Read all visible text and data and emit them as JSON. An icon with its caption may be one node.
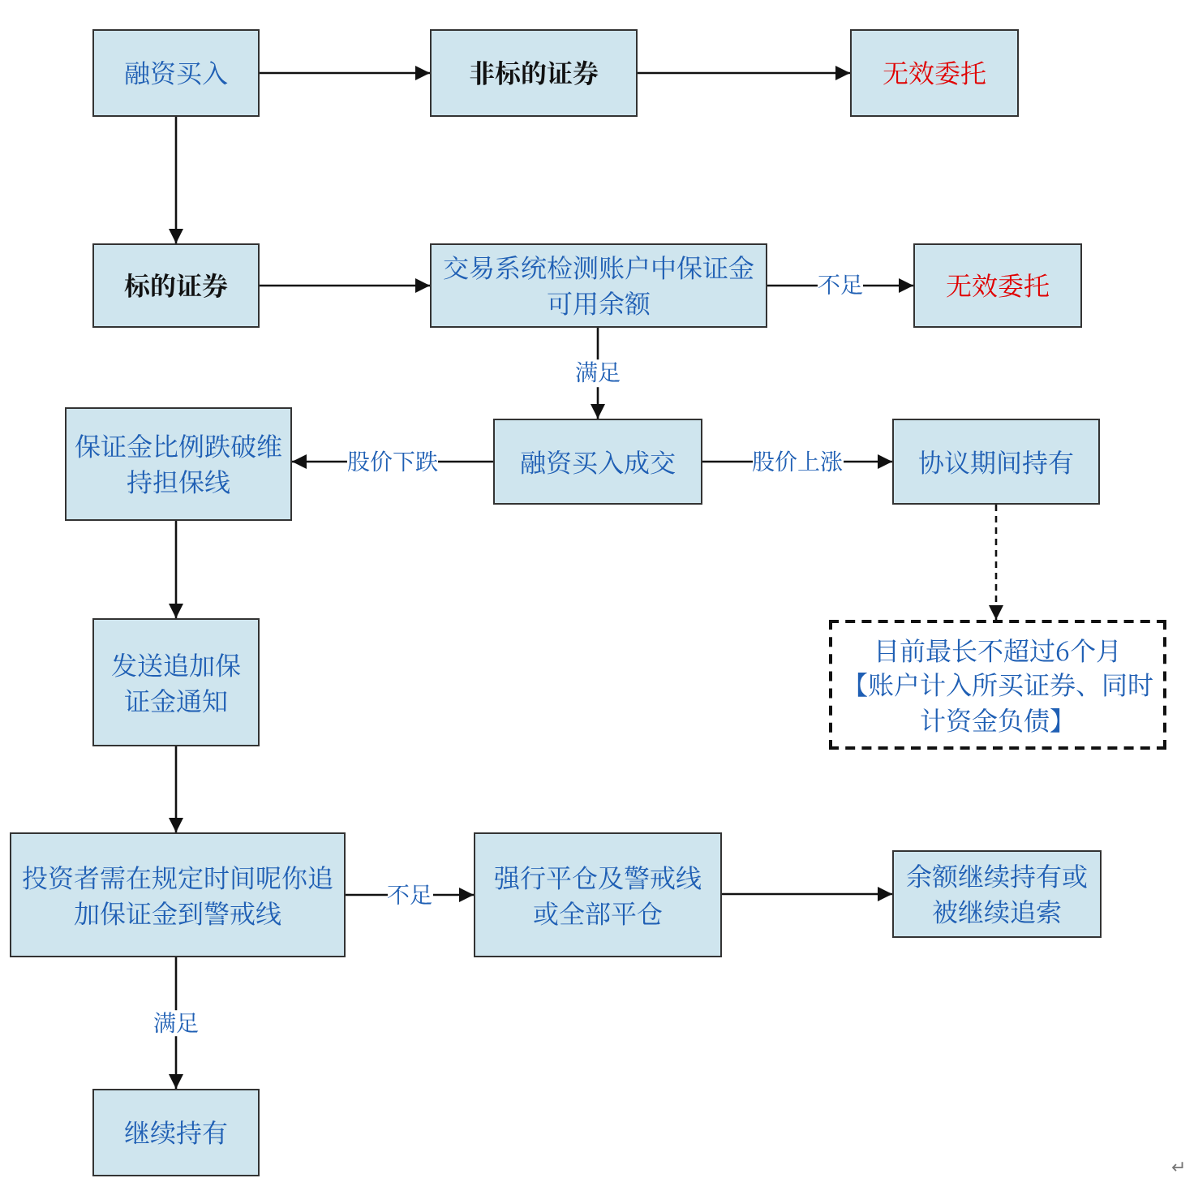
{
  "diagram": {
    "nodes": [
      {
        "text": [
          "融资买入"
        ]
      },
      {
        "text": [
          "非标的证券"
        ]
      },
      {
        "text": [
          "无效委托"
        ]
      },
      {
        "text": [
          "标的证券"
        ]
      },
      {
        "text": [
          "交易系统检测账户中保证金可用余额"
        ]
      },
      {
        "text": [
          "无效委托"
        ]
      },
      {
        "text": [
          "保证金比例跌破维持担保线"
        ]
      },
      {
        "text": [
          "融资买入成交"
        ]
      },
      {
        "text": [
          "协议期间持有"
        ]
      },
      {
        "text": [
          "目前最长不超过6个月",
          "【账户计入所买证券、同时计资金负债】"
        ]
      },
      {
        "text": [
          "发送追加保证金通知"
        ]
      },
      {
        "text": [
          "投资者需在规定时间呢你追加保证金到警戒线"
        ]
      },
      {
        "text": [
          "强行平仓及警戒线或全部平仓"
        ]
      },
      {
        "text": [
          "余额继续持有或被继续追索"
        ]
      },
      {
        "text": [
          "继续持有"
        ]
      }
    ],
    "edges": [
      {
        "from": 0,
        "to": 1,
        "arrow": "to"
      },
      {
        "from": 1,
        "to": 2,
        "arrow": "to"
      },
      {
        "from": 0,
        "to": 3,
        "arrow": "to"
      },
      {
        "from": 3,
        "to": 4,
        "arrow": "to"
      },
      {
        "from": 4,
        "to": 5,
        "arrow": "to",
        "label": "不足"
      },
      {
        "from": 4,
        "to": 7,
        "arrow": "to",
        "label": "满足"
      },
      {
        "from": 7,
        "to": 6,
        "arrow": "to",
        "label": "股价下跌"
      },
      {
        "from": 7,
        "to": 8,
        "arrow": "to",
        "label": "股价上涨"
      },
      {
        "from": 8,
        "to": 9,
        "arrow": "to",
        "style": "dashed"
      },
      {
        "from": 6,
        "to": 10,
        "arrow": "to"
      },
      {
        "from": 10,
        "to": 11,
        "arrow": "to"
      },
      {
        "from": 11,
        "to": 12,
        "arrow": "to",
        "label": "不足"
      },
      {
        "from": 12,
        "to": 13,
        "arrow": "to"
      },
      {
        "from": 11,
        "to": 14,
        "arrow": "to",
        "label": "满足"
      }
    ],
    "labels": [
      "↵"
    ]
  }
}
